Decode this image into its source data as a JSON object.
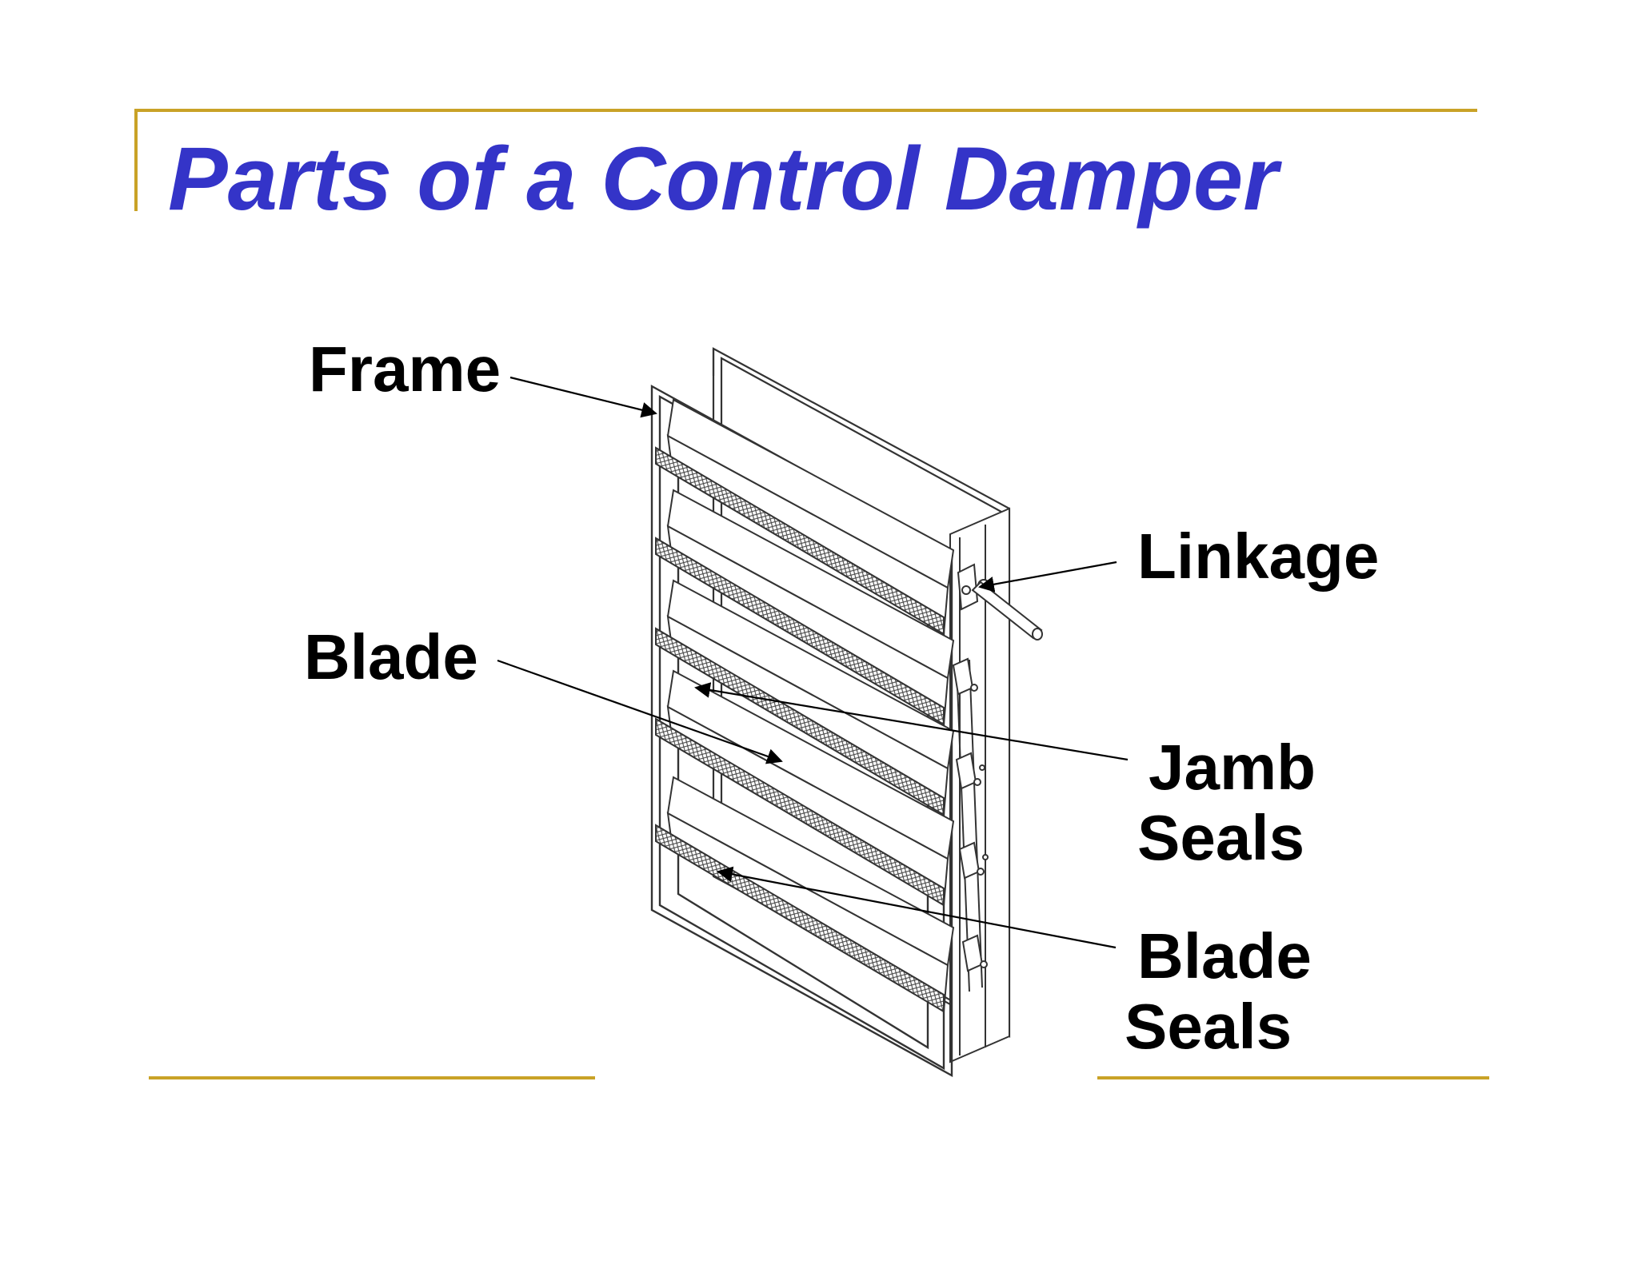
{
  "slide": {
    "title": "Parts of a Control Damper",
    "accent_color": "#c9a227",
    "title_color": "#3434c8"
  },
  "diagram": {
    "subject": "control-damper-illustration",
    "labels": {
      "frame": "Frame",
      "linkage": "Linkage",
      "blade": "Blade",
      "jamb_seals_line1": "Jamb",
      "jamb_seals_line2": "Seals",
      "blade_seals_line1": "Blade",
      "blade_seals_line2": "Seals"
    }
  }
}
